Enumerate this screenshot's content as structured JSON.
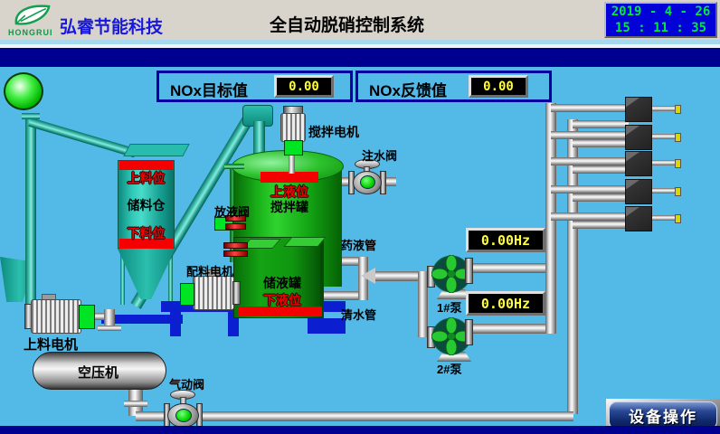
{
  "header": {
    "logo_text": "HONGRUI",
    "company_name": "弘睿节能科技",
    "system_title": "全自动脱硝控制系统",
    "date": "2019 - 4 - 26",
    "time": "15 : 11 : 35"
  },
  "readouts": {
    "nox_target_label": "NOx目标值",
    "nox_target_value": "0.00",
    "nox_feedback_label": "NOx反馈值",
    "nox_feedback_value": "0.00",
    "pump1_freq": "0.00Hz",
    "pump2_freq": "0.00Hz"
  },
  "labels": {
    "silo_high_level": "上料位",
    "silo_name": "储料仓",
    "silo_low_level": "下料位",
    "drain_valve": "放液阀",
    "batch_motor": "配料电机",
    "feed_motor": "上料电机",
    "mixer_motor": "搅拌电机",
    "water_valve": "注水阀",
    "tank_high_level": "上液位",
    "mix_tank_name": "搅拌罐",
    "storage_tank_name": "储液罐",
    "storage_low_level": "下液位",
    "chem_pipe": "药液管",
    "clean_water_pipe": "清水管",
    "pump1": "1#泵",
    "pump2": "2#泵",
    "compressor": "空压机",
    "pneumatic_valve": "气动阀"
  },
  "buttons": {
    "device_operation": "设备操作"
  },
  "colors": {
    "main_bg": "#53b9e7",
    "header_bg": "#d8d4cb",
    "navy": "#000090",
    "datetime_bg": "#0101d8",
    "datetime_text": "#00e83c",
    "display_text": "#ffff3c",
    "alarm_red": "#f40000",
    "tank_green": "#21c021",
    "teal": "#1db0a0",
    "indicator_green": "#00e423"
  }
}
